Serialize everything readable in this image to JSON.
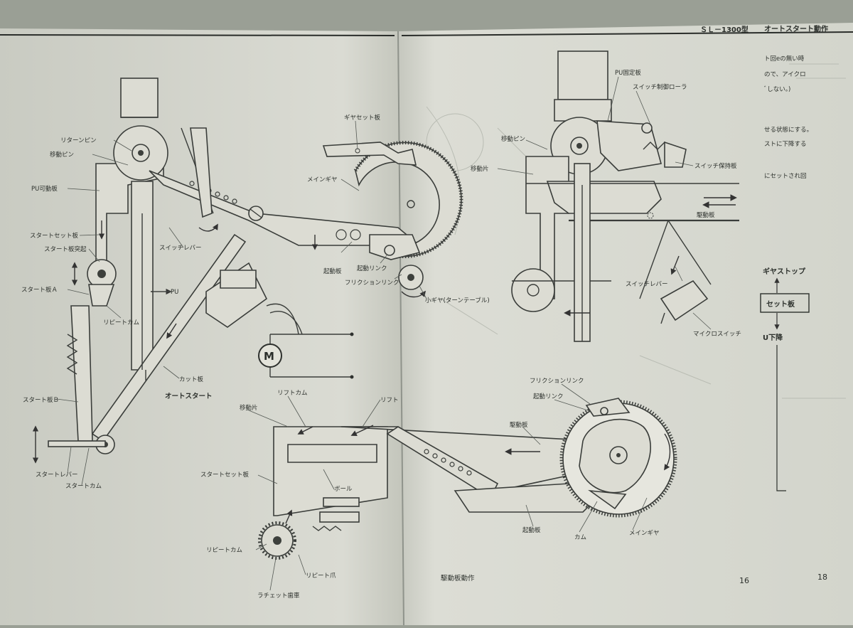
{
  "header": {
    "model": "ＳＬ－1300型",
    "section": "オートスタート動作"
  },
  "page_numbers": {
    "left": "16",
    "right": "18"
  },
  "captions": {
    "auto_start": "オートスタート",
    "drive_plate_operation": "駆動板動作"
  },
  "left_figure": {
    "labels": {
      "return_pin": "リターンピン",
      "moving_pin": "移動ピン",
      "pu_moving_plate": "PU可動板",
      "start_set_plate": "スタートセット板",
      "start_plate_projection": "スタート板突起",
      "start_plate_a": "スタート板Ａ",
      "repeat_cam": "リピートカム",
      "start_plate_b": "スタート板Ｂ",
      "start_lever": "スタートレバー",
      "start_cam": "スタートカム",
      "switch_lever": "スイッチレバー",
      "pu": "PU",
      "gear_set_plate": "ギヤセット板",
      "main_gear": "メインギヤ",
      "start_plate": "起動板",
      "start_link": "起動リンク",
      "friction_link": "フリクションリンク",
      "small_gear": "小ギヤ(ターンテーブル)",
      "cut_plate": "カット板",
      "motor": "M"
    }
  },
  "right_top_figure": {
    "labels": {
      "pu_fixed_plate": "PU固定板",
      "switch_control_roller": "スイッチ制御ローラ",
      "moving_pin": "移動ピン",
      "moving_piece": "移動片",
      "switch_holding_plate": "スイッチ保持板",
      "drive_plate": "駆動板",
      "switch_lever": "スイッチレバー",
      "micro_switch": "マイクロスイッチ"
    }
  },
  "bottom_figure": {
    "labels": {
      "lift_cam": "リフトカム",
      "lift": "リフト",
      "moving_piece": "移動片",
      "start_set_plate": "スタートセット板",
      "ball": "ボール",
      "repeat_cam": "リピートカム",
      "repeat_claw": "リピート爪",
      "ratchet_gear": "ラチェット歯車",
      "friction_link": "フリクションリンク",
      "start_link": "起動リンク",
      "drive_plate": "駆動板",
      "start_plate": "起動板",
      "cam": "カム",
      "main_gear": "メインギヤ"
    }
  },
  "right_margin": {
    "text_lines": [
      "ト回eの無い時",
      "ので、アイクロ",
      "ﾞしない。)",
      "せる状態にする。",
      "ストに下降する",
      "にセットされ回"
    ],
    "flow": {
      "top": "ギヤストップ",
      "box": "セット板",
      "bottom": "U下降"
    }
  }
}
